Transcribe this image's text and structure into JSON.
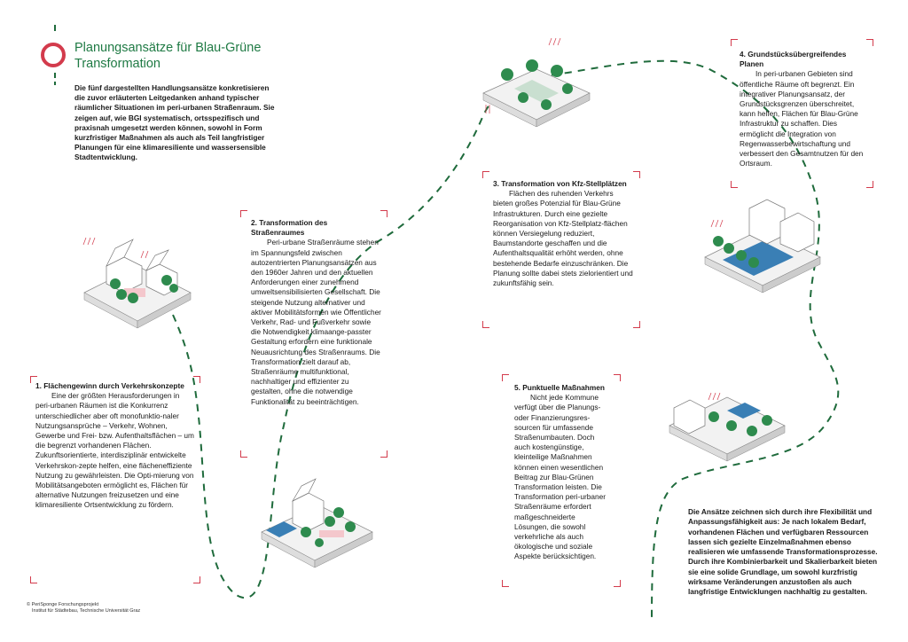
{
  "header": {
    "title_line1": "Planungsansätze für Blau-Grüne",
    "title_line2": "Transformation",
    "intro": "Die fünf dargestellten Handlungsansätze konkretisieren die zuvor erläuterten Leitgedanken anhand typischer räumlicher Situationen im peri-urbanen Straßenraum. Sie zeigen auf, wie BGI systematisch, ortsspezifisch und praxisnah umgesetzt werden können, sowohl in Form kurzfristiger Maßnahmen als auch als Teil langfristiger Planungen für eine klimaresiliente und wassersensible Stadtentwicklung."
  },
  "sections": [
    {
      "title": "1. Flächengewinn durch Verkehrskonzepte",
      "body": "Eine der größten Herausforderungen in peri-urbanen Räumen ist die Konkurrenz unterschiedlicher aber oft monofunktio-naler Nutzungsansprüche – Verkehr, Wohnen, Gewerbe und Frei- bzw. Aufenthaltsflächen – um die begrenzt vorhandenen Flächen. Zukunftsorientierte, interdisziplinär entwickelte Verkehrskon-zepte helfen, eine flächeneffiziente Nutzung zu gewährleisten. Die Opti-mierung von Mobilitätsangeboten ermöglicht es, Flächen für alternative Nutzungen freizusetzen und eine klimaresiliente Ortsentwicklung zu fördern."
    },
    {
      "title": "2. Transformation des Straßenraumes",
      "body": "Peri-urbane Straßenräume stehen im Spannungsfeld zwischen autozentrierten Planungsansätzen aus den 1960er Jahren und den aktuellen Anforderungen einer zunehmend umweltsensibilisierten Gesellschaft. Die steigende Nutzung alternativer und aktiver Mobilitätsformen wie Öffentlicher Verkehr, Rad- und Fußverkehr sowie die Notwendigkeit klimaange-passter Gestaltung erfordern eine funktionale Neuausrichtung des Straßenraums. Die Transformation zielt darauf ab, Straßenräume multifunktional, nachhaltiger und effizienter zu gestalten, ohne die notwendige Funktionalität zu beeinträchtigen."
    },
    {
      "title": "3. Transformation von Kfz-Stellplätzen",
      "body": "Flächen des ruhenden Verkehrs bieten großes Potenzial für Blau-Grüne Infrastrukturen. Durch eine gezielte Reorganisation von Kfz-Stellplatz-flächen können Versiegelung reduziert, Baumstandorte geschaffen und die Aufenthaltsqualität erhöht werden, ohne bestehende Bedarfe einzuschränken. Die Planung sollte dabei stets zielorientiert und zukunftsfähig sein."
    },
    {
      "title": "4. Grundstücksübergreifendes Planen",
      "body": "In peri-urbanen Gebieten sind öffentliche Räume oft begrenzt. Ein integrativer Planungsansatz, der Grundstücksgrenzen überschreitet, kann helfen, Flächen für Blau-Grüne Infrastruktur zu schaffen. Dies ermöglicht die Integration von Regenwasserbewirtschaftung und verbessert den Gesamtnutzen für den Ortsraum."
    },
    {
      "title": "5. Punktuelle Maßnahmen",
      "body": "Nicht jede Kommune verfügt über die Planungs- oder Finanzierungsres-sourcen für umfassende Straßenumbauten. Doch auch kostengünstige, kleinteilige Maßnahmen können einen wesentlichen Beitrag zur Blau-Grünen Transformation leisten. Die Transformation peri-urbaner Straßenräume erfordert maßgeschneiderte Lösungen, die sowohl verkehrliche als auch ökologische und soziale Aspekte berücksichtigen."
    }
  ],
  "outro": "Die Ansätze zeichnen sich durch ihre Flexibilität und Anpassungsfähigkeit aus: Je nach lokalem Bedarf, vorhandenen Flächen und verfügbaren Ressourcen lassen sich gezielte Einzelmaßnahmen ebenso realisieren wie umfassende Transformationsprozesse. Durch ihre Kombinierbarkeit und Skalierbarkeit bieten sie eine solide Grundlage, um sowohl kurzfristig wirksame Veränderungen anzustoßen als auch langfristige Entwicklungen nachhaltig zu gestalten.",
  "credit": {
    "line1": "© PeriSponge Forschungsprojekt",
    "line2": "Institut für Städtebau, Technische Universität Graz"
  },
  "colors": {
    "accent_green": "#1f7a44",
    "accent_red": "#d33b4c",
    "tree_green": "#2e8b4e",
    "water_blue": "#3a7fb5"
  }
}
